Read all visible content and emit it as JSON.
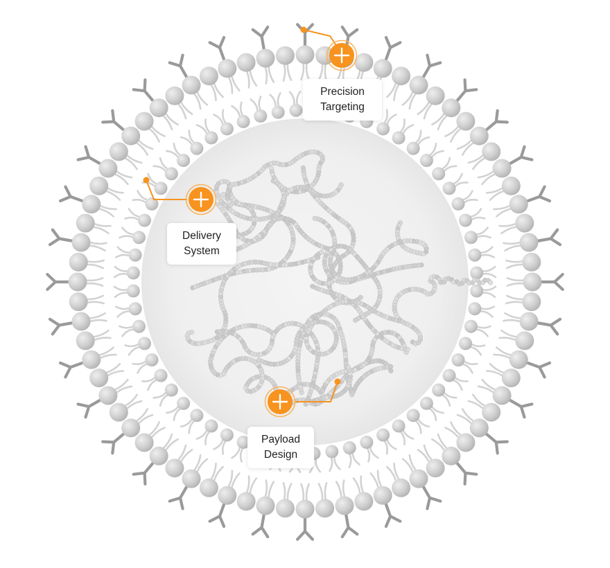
{
  "colors": {
    "accent": "#F7931E",
    "accent_ring": "#F9B25C",
    "membrane_head": "#C9C9C9",
    "membrane_tail": "#D2D2D2",
    "antibody": "#9A9A9A",
    "core": "#F1F1F1",
    "label_text": "#1F1F1F"
  },
  "hotspots": [
    {
      "id": "precision-targeting",
      "label": "Precision\nTargeting",
      "icon": "plus-icon"
    },
    {
      "id": "delivery-system",
      "label": "Delivery\nSystem",
      "icon": "plus-icon"
    },
    {
      "id": "payload-design",
      "label": "Payload\nDesign",
      "icon": "plus-icon"
    }
  ]
}
